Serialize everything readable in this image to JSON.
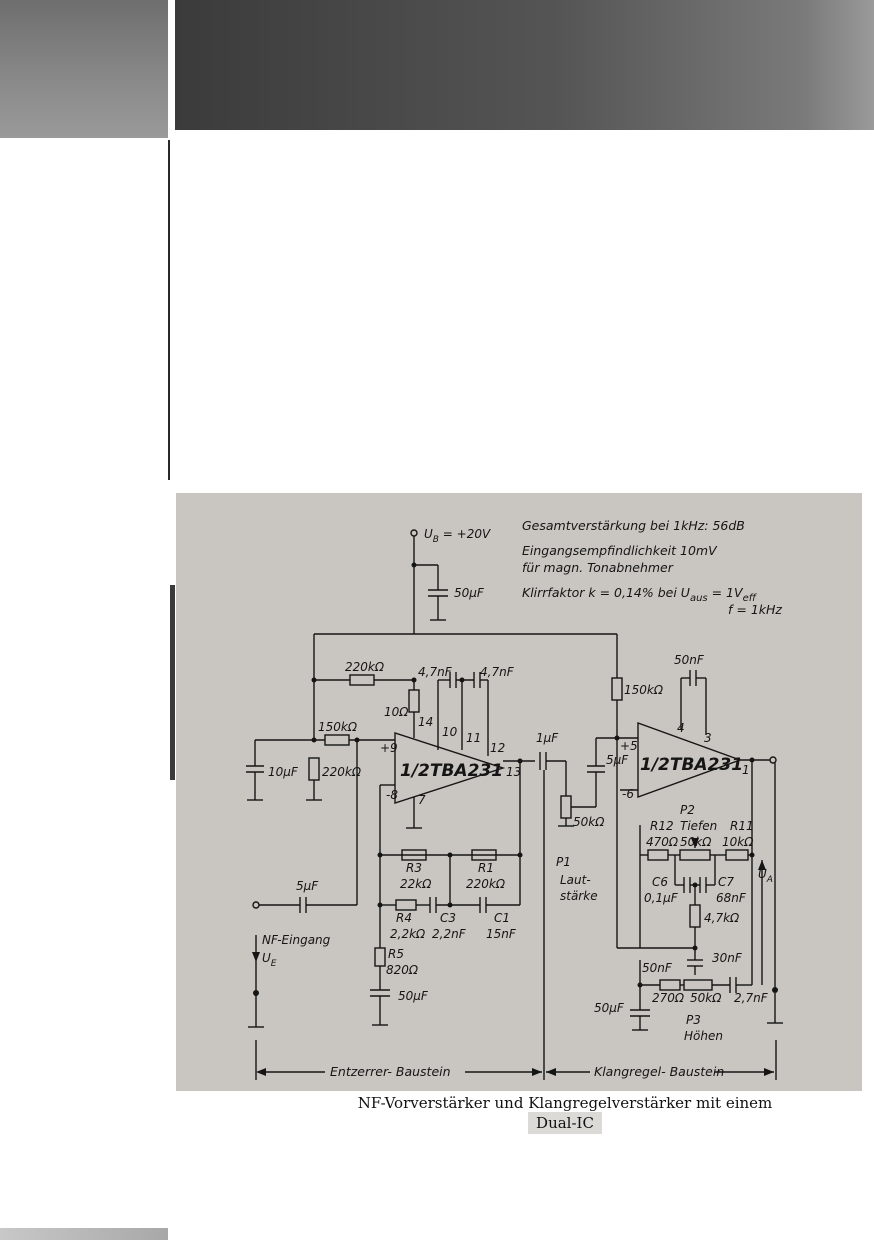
{
  "schematic": {
    "specs": {
      "line1": "Gesamtverstärkung bei 1kHz: 56dB",
      "line2": "Eingangsempfindlichkeit 10mV",
      "line3": "für magn. Tonabnehmer",
      "line4": "Klirrfaktor k = 0,14% bei U",
      "line4_sub": "aus",
      "line4_end": " = 1V",
      "line4_sub2": "eff",
      "line5": "f = 1kHz"
    },
    "supply": {
      "label": "U",
      "sub": "B",
      "value": " = +20V"
    },
    "ic1": {
      "name": "1/2TBA231"
    },
    "ic2": {
      "name": "1/2TBA231"
    },
    "labels": {
      "c_supply": "50µF",
      "r_220k_top": "220kΩ",
      "r_150k_left": "150kΩ",
      "r_220k_left": "220kΩ",
      "c_10u": "10µF",
      "r_10": "10Ω",
      "c_4n7a": "4,7nF",
      "c_4n7b": "4,7nF",
      "pin14": "14",
      "pin10": "10",
      "pin11": "11",
      "pin12": "12",
      "pin13": "13",
      "pin9": "+9",
      "pin8": "-8",
      "pin7": "7",
      "c_1u": "1µF",
      "r_150k_right": "150kΩ",
      "c_50n_top": "50nF",
      "pin4": "4",
      "pin3": "3",
      "pin5": "+5",
      "pin6": "-6",
      "pin1": "1",
      "c_5u_right": "5µF",
      "pot_50k": "50kΩ",
      "p1": "P1",
      "p1_text1": "Laut-",
      "p1_text2": "stärke",
      "r3": "R3",
      "r3v": "22kΩ",
      "r1": "R1",
      "r1v": "220kΩ",
      "r4": "R4",
      "r4v": "2,2kΩ",
      "c3": "C3",
      "c3v": "2,2nF",
      "c1": "C1",
      "c1v": "15nF",
      "r5": "R5",
      "r5v": "820Ω",
      "c_50u_bottom": "50µF",
      "c_5u_in": "5µF",
      "nf_in": "NF-Eingang",
      "ue": "U",
      "ue_sub": "E",
      "r12": "R12",
      "r12v": "470Ω",
      "p2": "P2",
      "p2t": "Tiefen",
      "p2v": "50kΩ",
      "r11": "R11",
      "r11v": "10kΩ",
      "c6": "C6",
      "c6v": "0,1µF",
      "c7": "C7",
      "c7v": "68nF",
      "r_4k7": "4,7kΩ",
      "ua": "U",
      "ua_sub": "A",
      "c_50n_b": "50nF",
      "c_30n": "30nF",
      "c_50u_r": "50µF",
      "r_270": "270Ω",
      "p3v": "50kΩ",
      "c_2n7": "2,7nF",
      "p3": "P3",
      "p3t": "Höhen",
      "block1": "Entzerrer- Baustein",
      "block2": "Klangregel- Baustein"
    }
  },
  "caption": {
    "line1": "NF-Vorverstärker und Klangregelverstärker mit einem",
    "line2": "Dual-IC"
  }
}
